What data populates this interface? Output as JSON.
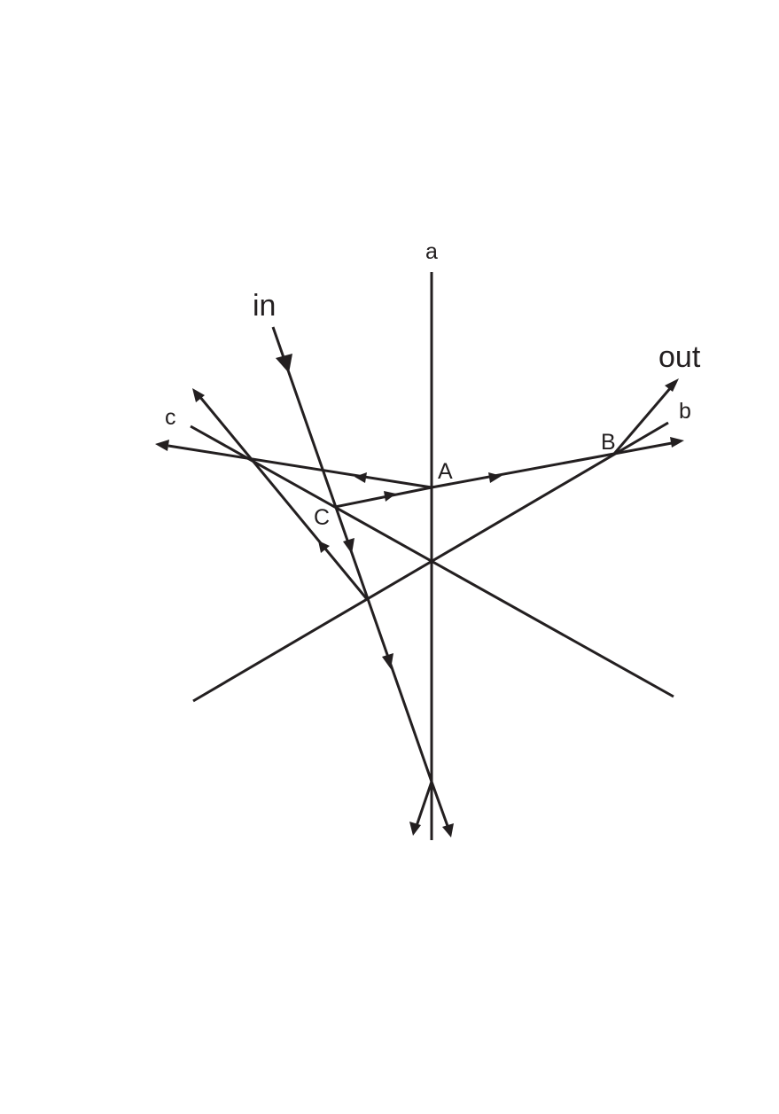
{
  "labels": {
    "in": "in",
    "out": "out",
    "a": "a",
    "b": "b",
    "c": "c",
    "A": "A",
    "B": "B",
    "C": "C"
  },
  "colors": {
    "ink": "#231f20",
    "background": "#ffffff"
  }
}
